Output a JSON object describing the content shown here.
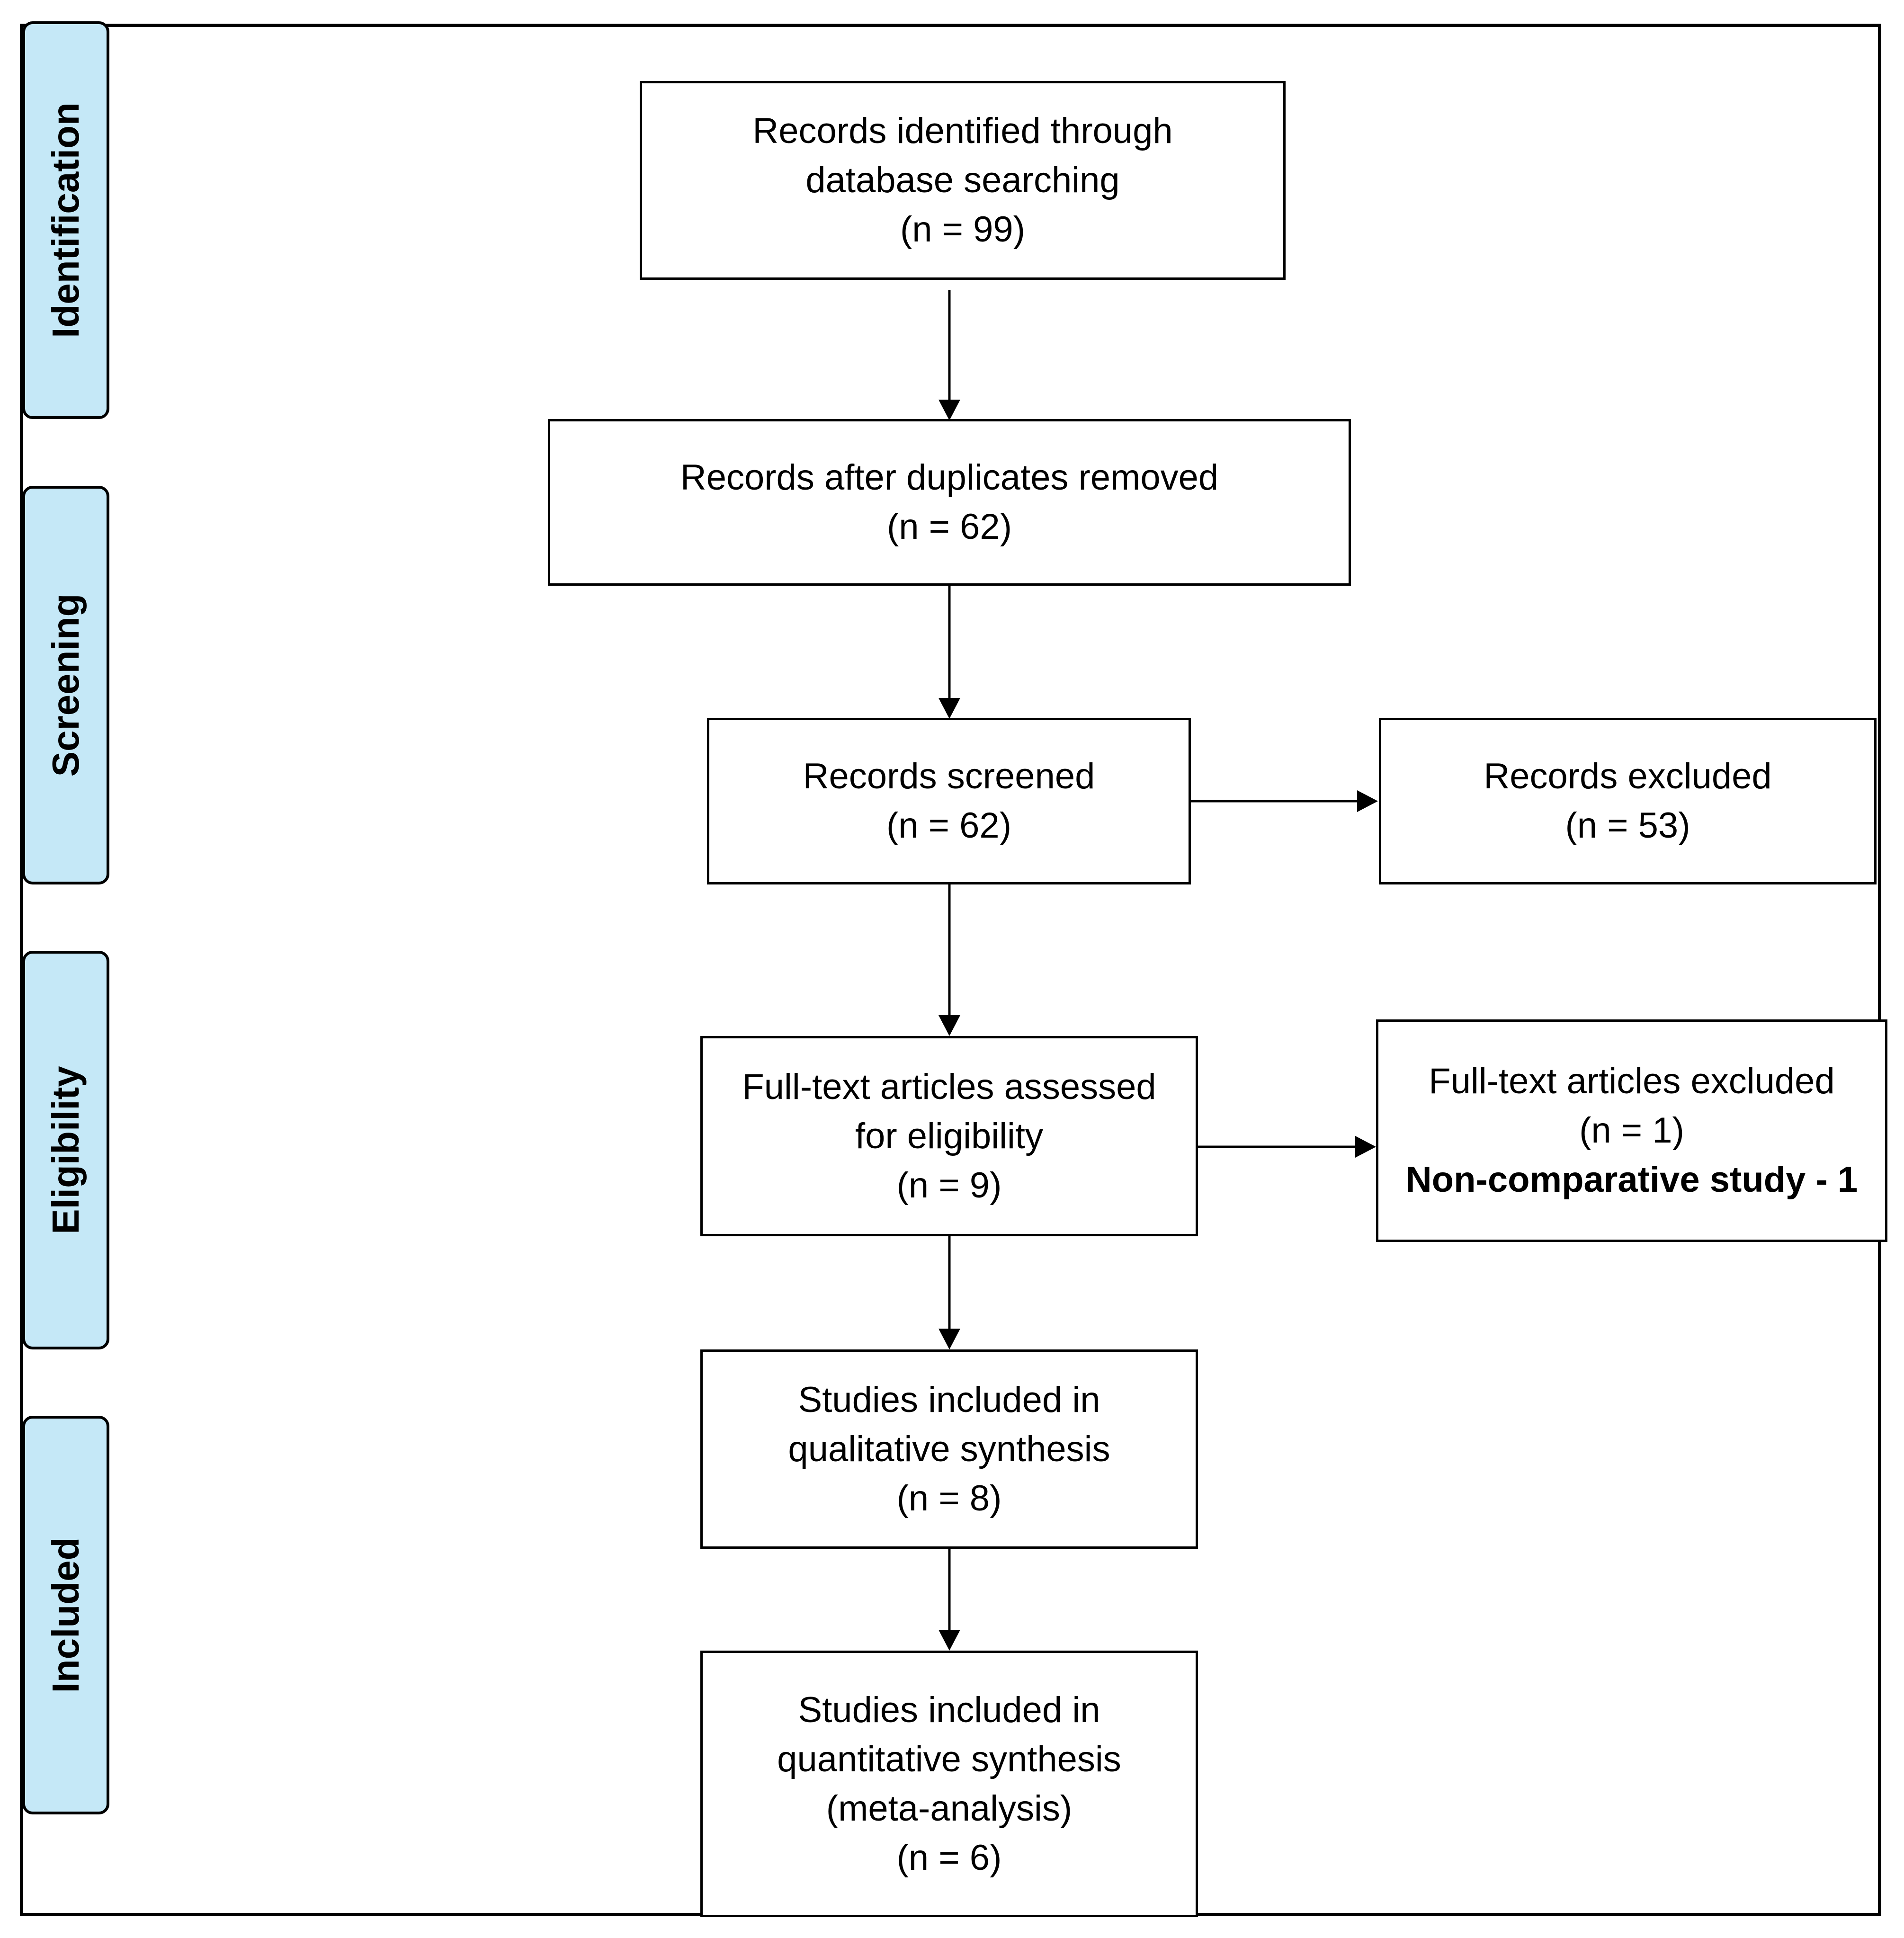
{
  "stages": {
    "identification": "Identification",
    "screening": "Screening",
    "eligibility": "Eligibility",
    "included": "Included"
  },
  "boxes": {
    "identified": {
      "line1": "Records identified through",
      "line2": "database searching",
      "count": "(n = 99)"
    },
    "after_duplicates": {
      "line1": "Records after duplicates removed",
      "count": "(n = 62)"
    },
    "screened": {
      "line1": "Records screened",
      "count": "(n = 62)"
    },
    "excluded": {
      "line1": "Records excluded",
      "count": "(n = 53)"
    },
    "fulltext_assessed": {
      "line1": "Full-text articles assessed",
      "line2": "for eligibility",
      "count": "(n = 9)"
    },
    "fulltext_excluded": {
      "line1": "Full-text articles excluded",
      "count": "(n = 1)",
      "reason": "Non-comparative study - 1"
    },
    "qualitative": {
      "line1": "Studies included in",
      "line2": "qualitative synthesis",
      "count": "(n = 8)"
    },
    "quantitative": {
      "line1": "Studies included in",
      "line2": "quantitative synthesis",
      "line3": "(meta-analysis)",
      "count": "(n = 6)"
    }
  }
}
